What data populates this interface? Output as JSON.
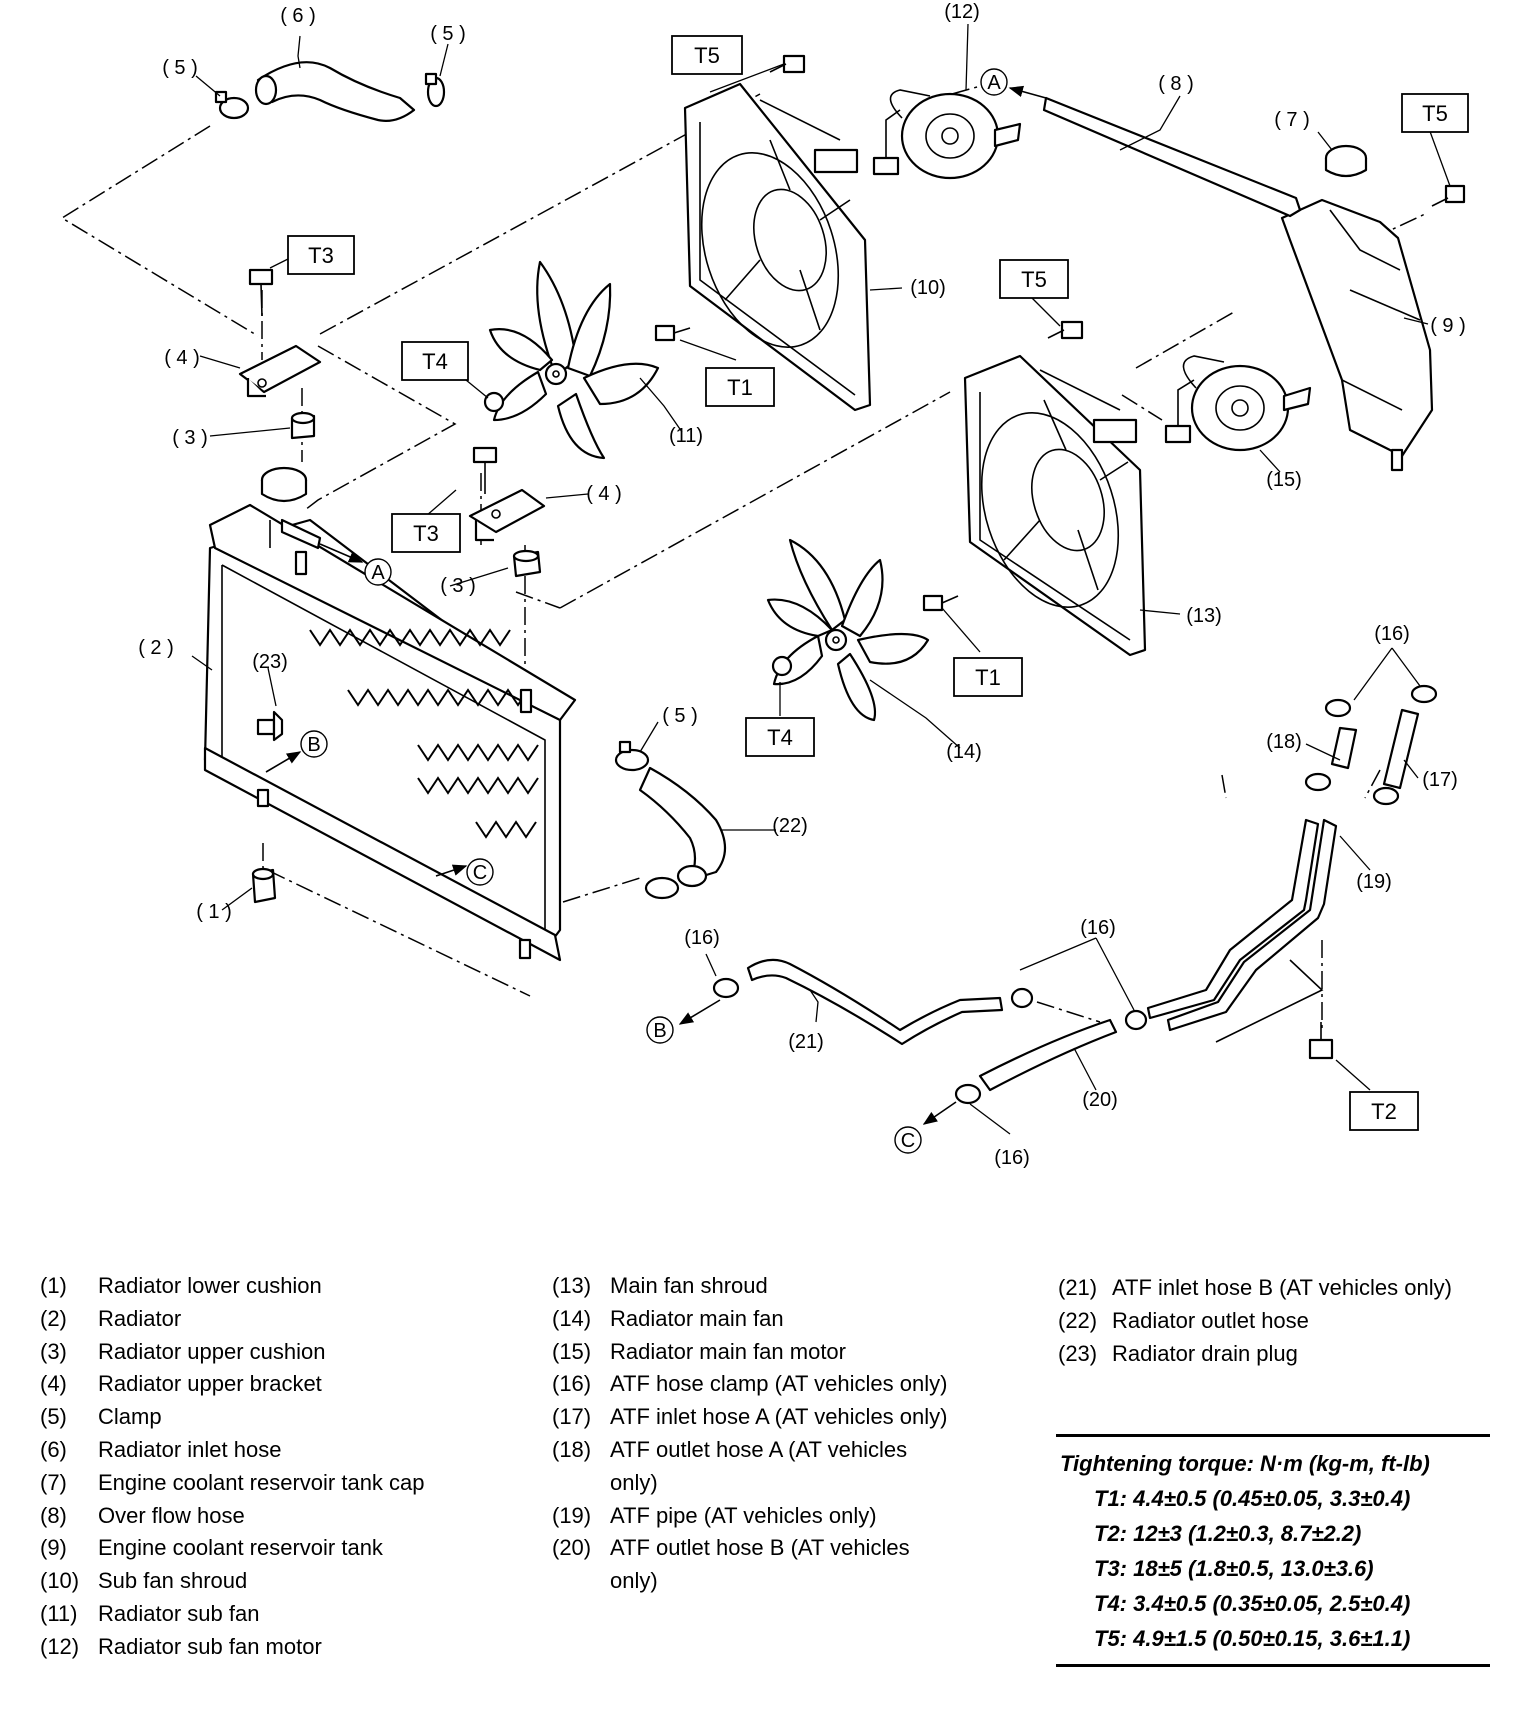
{
  "callouts": {
    "n1": "( 1 )",
    "n2": "( 2 )",
    "n3a": "( 3 )",
    "n3b": "( 3 )",
    "n4a": "( 4 )",
    "n4b": "( 4 )",
    "n5a": "( 5 )",
    "n5b": "( 5 )",
    "n5c": "( 5 )",
    "n6": "( 6 )",
    "n7": "( 7 )",
    "n8": "( 8 )",
    "n9": "( 9 )",
    "n10": "(10)",
    "n11": "(11)",
    "n12": "(12)",
    "n13": "(13)",
    "n14": "(14)",
    "n15": "(15)",
    "n16a": "(16)",
    "n16b": "(16)",
    "n16c": "(16)",
    "n16d": "(16)",
    "n17": "(17)",
    "n18": "(18)",
    "n19": "(19)",
    "n20": "(20)",
    "n21": "(21)",
    "n22": "(22)",
    "n23": "(23)"
  },
  "torque_boxes": {
    "t5a": "T5",
    "t5b": "T5",
    "t5c": "T5",
    "t3a": "T3",
    "t3b": "T3",
    "t4a": "T4",
    "t4b": "T4",
    "t1a": "T1",
    "t1b": "T1",
    "t2": "T2"
  },
  "ref_marks": {
    "a1": "A",
    "a2": "A",
    "b1": "B",
    "b2": "B",
    "c1": "C",
    "c2": "C"
  },
  "legend_col1": [
    {
      "num": "(1)",
      "text": "Radiator lower cushion"
    },
    {
      "num": "(2)",
      "text": "Radiator"
    },
    {
      "num": "(3)",
      "text": "Radiator upper cushion"
    },
    {
      "num": "(4)",
      "text": "Radiator upper bracket"
    },
    {
      "num": "(5)",
      "text": "Clamp"
    },
    {
      "num": "(6)",
      "text": "Radiator inlet hose"
    },
    {
      "num": "(7)",
      "text": "Engine coolant reservoir tank cap"
    },
    {
      "num": "(8)",
      "text": "Over flow hose"
    },
    {
      "num": "(9)",
      "text": "Engine coolant reservoir tank"
    },
    {
      "num": "(10)",
      "text": "Sub fan shroud"
    },
    {
      "num": "(11)",
      "text": "Radiator sub fan"
    },
    {
      "num": "(12)",
      "text": "Radiator sub fan motor"
    }
  ],
  "legend_col2": [
    {
      "num": "(13)",
      "text": "Main fan shroud"
    },
    {
      "num": "(14)",
      "text": "Radiator main fan"
    },
    {
      "num": "(15)",
      "text": "Radiator main fan motor"
    },
    {
      "num": "(16)",
      "text": "ATF hose clamp (AT vehicles only)"
    },
    {
      "num": "(17)",
      "text": "ATF inlet hose A (AT vehicles only)"
    },
    {
      "num": "(18)",
      "text": "ATF outlet hose A (AT vehicles only)"
    },
    {
      "num": "(19)",
      "text": "ATF pipe (AT vehicles only)"
    },
    {
      "num": "(20)",
      "text": "ATF outlet hose B (AT vehicles only)"
    }
  ],
  "legend_col3": [
    {
      "num": "(21)",
      "text": "ATF inlet hose B (AT vehicles only)"
    },
    {
      "num": "(22)",
      "text": "Radiator outlet hose"
    },
    {
      "num": "(23)",
      "text": "Radiator drain plug"
    }
  ],
  "torque_table": {
    "heading": "Tightening torque: N·m (kg-m, ft-lb)",
    "rows": [
      "T1: 4.4±0.5 (0.45±0.05, 3.3±0.4)",
      "T2: 12±3 (1.2±0.3, 8.7±2.2)",
      "T3: 18±5 (1.8±0.5, 13.0±3.6)",
      "T4: 3.4±0.5 (0.35±0.05, 2.5±0.4)",
      "T5: 4.9±1.5 (0.50±0.15, 3.6±1.1)"
    ]
  }
}
